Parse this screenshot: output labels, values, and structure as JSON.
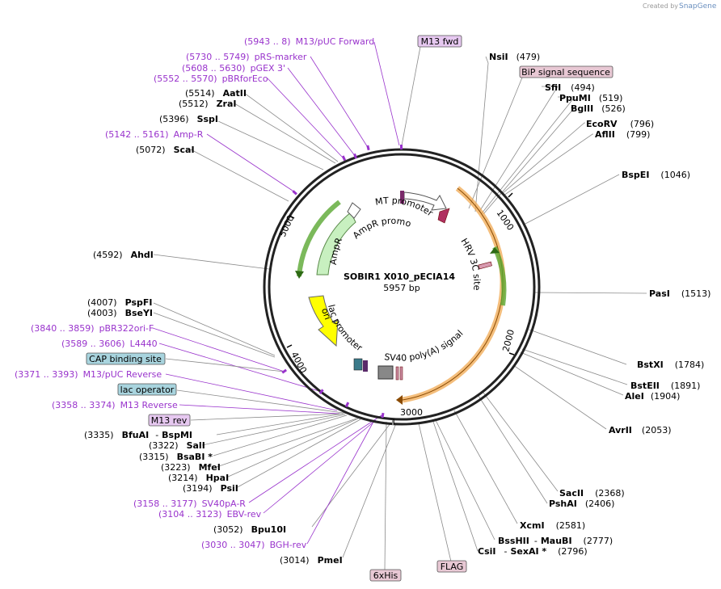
{
  "credit": {
    "prefix": "Created by",
    "brand": "SnapGene"
  },
  "plasmid": {
    "name": "SOBIR1 X010_pECIA14",
    "size": "5957 bp"
  },
  "ring_ticks": [
    "1000",
    "2000",
    "3000",
    "4000",
    "5000"
  ],
  "enzymes": [
    {
      "name": "NsiI",
      "pos": "(479)"
    },
    {
      "name": "SfiI",
      "pos": "(494)"
    },
    {
      "name": "PpuMI",
      "pos": "(519)"
    },
    {
      "name": "BglII",
      "pos": "(526)"
    },
    {
      "name": "EcoRV",
      "pos": "(796)"
    },
    {
      "name": "AflII",
      "pos": "(799)"
    },
    {
      "name": "BspEI",
      "pos": "(1046)"
    },
    {
      "name": "PasI",
      "pos": "(1513)"
    },
    {
      "name": "BstXI",
      "pos": "(1784)"
    },
    {
      "name": "BstEII",
      "pos": "(1891)"
    },
    {
      "name": "AleI",
      "pos": "(1904)"
    },
    {
      "name": "AvrII",
      "pos": "(2053)"
    },
    {
      "name": "SacII",
      "pos": "(2368)"
    },
    {
      "name": "PshAI",
      "pos": "(2406)"
    },
    {
      "name": "XcmI",
      "pos": "(2581)"
    },
    {
      "name": "BssHII",
      "name2": "MauBI",
      "pos": "(2777)"
    },
    {
      "name": "CsiI",
      "name2": "SexAI *",
      "pos": "(2796)"
    },
    {
      "name": "PmeI",
      "pos": "(3014)"
    },
    {
      "name": "Bpu10I",
      "pos": "(3052)"
    },
    {
      "name": "PsiI",
      "pos": "(3194)"
    },
    {
      "name": "HpaI",
      "pos": "(3214)"
    },
    {
      "name": "MfeI",
      "pos": "(3223)"
    },
    {
      "name": "BsaBI *",
      "pos": "(3315)"
    },
    {
      "name": "SalI",
      "pos": "(3322)"
    },
    {
      "name": "BfuAI",
      "name2": "BspMI",
      "pos": "(3335)"
    },
    {
      "name": "PspFI",
      "pos": "(4007)"
    },
    {
      "name": "BseYI",
      "pos": "(4003)"
    },
    {
      "name": "AhdI",
      "pos": "(4592)"
    },
    {
      "name": "ScaI",
      "pos": "(5072)"
    },
    {
      "name": "SspI",
      "pos": "(5396)"
    },
    {
      "name": "ZraI",
      "pos": "(5512)"
    },
    {
      "name": "AatII",
      "pos": "(5514)"
    }
  ],
  "primers": [
    {
      "range": "(5943 .. 8)",
      "name": "M13/pUC Forward"
    },
    {
      "range": "(5730 .. 5749)",
      "name": "pRS-marker"
    },
    {
      "range": "(5608 .. 5630)",
      "name": "pGEX 3'"
    },
    {
      "range": "(5552 .. 5570)",
      "name": "pBRforEco"
    },
    {
      "range": "(5142 .. 5161)",
      "name": "Amp-R"
    },
    {
      "range": "(3840 .. 3859)",
      "name": "pBR322ori-F"
    },
    {
      "range": "(3589 .. 3606)",
      "name": "L4440"
    },
    {
      "range": "(3371 .. 3393)",
      "name": "M13/pUC Reverse"
    },
    {
      "range": "(3358 .. 3374)",
      "name": "M13 Reverse"
    },
    {
      "range": "(3158 .. 3177)",
      "name": "SV40pA-R"
    },
    {
      "range": "(3104 .. 3123)",
      "name": "EBV-rev"
    },
    {
      "range": "(3030 .. 3047)",
      "name": "BGH-rev"
    }
  ],
  "tags": {
    "m13fwd": "M13 fwd",
    "bip": "BiP signal sequence",
    "cap": "CAP binding site",
    "lacop": "lac operator",
    "m13rev": "M13 rev",
    "his": "6xHis",
    "flag": "FLAG"
  },
  "features": {
    "mt_promoter": "MT promoter",
    "hrv": "HRV 3C site",
    "sv40": "SV40 poly(A) signal",
    "lac": "lac promoter",
    "ori": "ori",
    "ampr": "AmpR",
    "ampr_promoter": "AmpR promoter"
  },
  "colors": {
    "tag_purple_fill": "#e6c8f0",
    "tag_pink_fill": "#e8c8d4",
    "tag_blue_fill": "#a8d4de",
    "orange": "#f0a850",
    "green": "#5aa832",
    "ampr_fill": "#c8f0c0",
    "ori_fill": "#ffff00",
    "primer": "#9933cc"
  }
}
